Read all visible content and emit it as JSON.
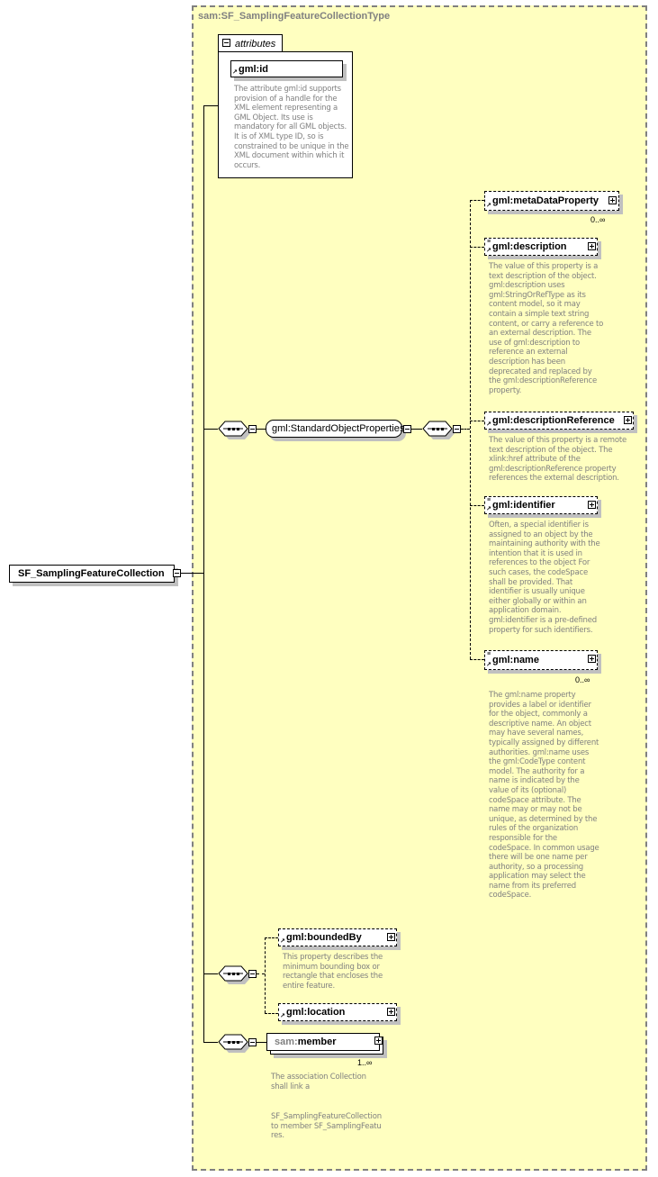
{
  "type": {
    "title": "sam:SF_SamplingFeatureCollectionType"
  },
  "root_element": {
    "label": "SF_SamplingFeatureCollection",
    "toggle": "collapse"
  },
  "attributes": {
    "tab_label": "attributes",
    "items": [
      {
        "label": "gml:id",
        "description": "The attribute gml:id supports provision of a handle for the XML element representing a GML Object. Its use is mandatory for all GML objects. It is of XML type ID, so is constrained to be unique in the XML document within which it occurs."
      }
    ]
  },
  "groups": {
    "standard_object_properties": {
      "label": "gml:StandardObjectProperties"
    }
  },
  "elements": {
    "metaDataProperty": {
      "label": "gml:metaDataProperty",
      "occurs": "0..∞"
    },
    "description": {
      "label": "gml:description",
      "description": "The value of this property is a text description of the object. gml:description uses gml:StringOrRefType as its content model, so it may contain a simple text string content, or carry a reference to an external description. The use of gml:description to reference an external description has been deprecated and replaced by the gml:descriptionReference property."
    },
    "descriptionReference": {
      "label": "gml:descriptionReference",
      "description": "The value of this property is a remote text description of the object. The xlink:href attribute of the gml:descriptionReference property references the external description."
    },
    "identifier": {
      "label": "gml:identifier",
      "description": "Often, a special identifier is assigned to an object by the maintaining authority with the intention that it is used in references to the object For such cases, the codeSpace shall be provided. That identifier is usually unique either globally or within an application domain. gml:identifier is a pre-defined property for such identifiers."
    },
    "name": {
      "label": "gml:name",
      "occurs": "0..∞",
      "description": "The gml:name property provides a label or identifier for the object, commonly a descriptive name. An object may have several names, typically assigned by different authorities. gml:name uses the gml:CodeType content model.  The authority for a name is indicated by the value of its (optional) codeSpace attribute.  The name may or may not be unique, as determined by the rules of the organization responsible for the codeSpace.  In common usage there will be one name per authority, so a processing application may select the name from its preferred codeSpace."
    },
    "boundedBy": {
      "label": "gml:boundedBy",
      "description": "This property describes the minimum bounding box or rectangle that encloses the entire feature."
    },
    "location": {
      "label": "gml:location"
    },
    "member": {
      "prefix": "sam:",
      "name": "member",
      "occurs": "1..∞",
      "description_1": "The association Collection shall link a",
      "description_2": "SF_SamplingFeatureCollection to member SF_SamplingFeatures."
    }
  },
  "colors": {
    "type_background": "#ffffc0",
    "type_border": "#808080",
    "description_text": "#808080",
    "shadow": "#c0c0c0"
  }
}
